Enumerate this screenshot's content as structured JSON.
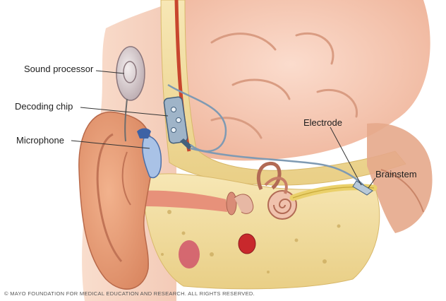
{
  "labels": {
    "sound_processor": "Sound processor",
    "decoding_chip": "Decoding chip",
    "microphone": "Microphone",
    "electrode": "Electrode",
    "brainstem": "Brainstem"
  },
  "copyright": "© MAYO FOUNDATION FOR MEDICAL EDUCATION AND RESEARCH. ALL RIGHTS RESERVED.",
  "colors": {
    "skin": "#e9a07a",
    "ear": "#e39a72",
    "bone": "#f2dfa3",
    "brain": "#f6c9b4",
    "implant": "#9fb4c8",
    "leader_line": "#333333"
  }
}
